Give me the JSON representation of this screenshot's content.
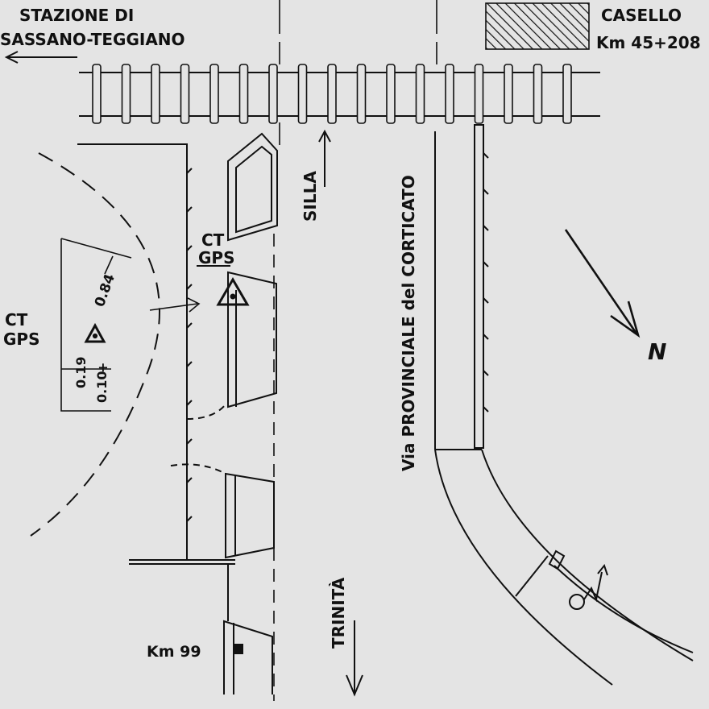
{
  "labels": {
    "station_line1": "STAZIONE  DI",
    "station_line2": "SASSANO-TEGGIANO",
    "casello_line1": "CASELLO",
    "casello_line2": "Km 45+208",
    "ct_gps_left_1": "CT",
    "ct_gps_left_2": "GPS",
    "ct_gps_right_1": "CT",
    "ct_gps_right_2": "GPS",
    "silla": "SILLA",
    "trinita": "TRINITÀ",
    "road_name": "Via  PROVINCIALE   del  CORTICATO",
    "km99": "Km 99",
    "north": "N",
    "dim_084": "0.84",
    "dim_019": "0.19",
    "dim_010": "0.10",
    "dim_plus": "+"
  },
  "colors": {
    "ink": "#111111",
    "paper": "#e4e4e4"
  },
  "icons": [
    "benchmark-triangle-icon",
    "north-arrow-icon",
    "direction-arrow-icon"
  ]
}
